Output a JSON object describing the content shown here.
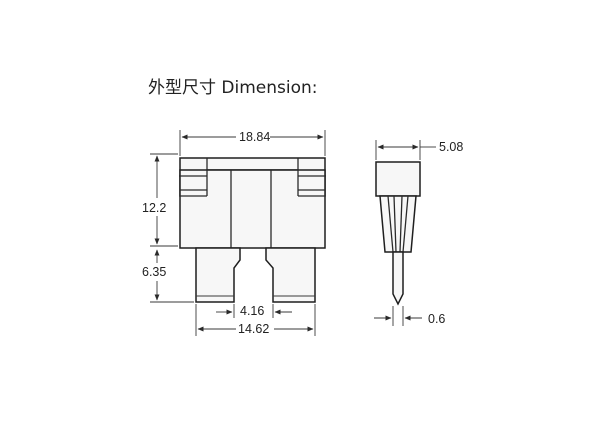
{
  "title": "外型尺寸 Dimension:",
  "front_view": {
    "overall_width": "18.84",
    "body_height": "12.2",
    "blade_length": "6.35",
    "blade_gap": "4.16",
    "blade_span": "14.62"
  },
  "side_view": {
    "thickness": "5.08",
    "blade_thickness": "0.6"
  }
}
